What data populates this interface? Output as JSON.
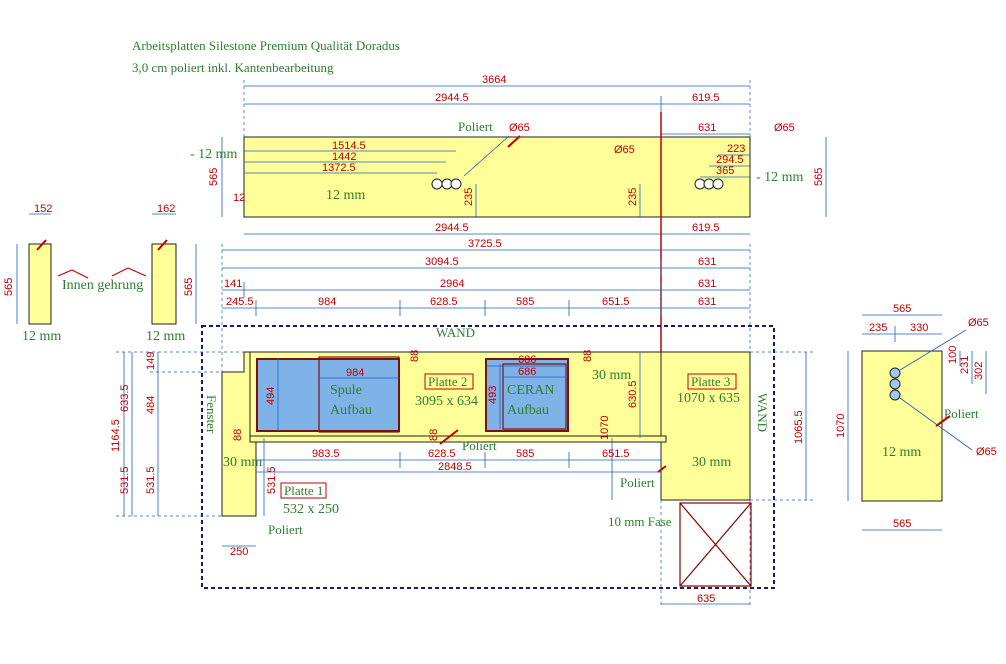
{
  "title": {
    "line1": "Arbeitsplatten Silestone Premium Qualität Doradus",
    "line2": "3,0 cm poliert inkl. Kantenbearbeitung"
  },
  "back": {
    "total": "3664",
    "left": "2944.5",
    "right": "619.5",
    "d1514": "1514.5",
    "d1442": "1442",
    "d1372": "1372.5",
    "d631": "631",
    "d223": "223",
    "d294": "294.5",
    "d365": "365",
    "height": "565",
    "height_r": "565",
    "h235a": "235",
    "h235b": "235",
    "bottom_l": "2944.5",
    "bottom_r": "619.5",
    "poliert": "Poliert",
    "phi1": "Ø65",
    "phi2": "Ø65",
    "phi3": "Ø65",
    "thick": "12 mm",
    "minus_l": "- 12 mm",
    "minus_r": "- 12 mm",
    "small": "12"
  },
  "side": {
    "w1": "152",
    "w2": "162",
    "h1": "565",
    "h2": "565",
    "mm1": "12 mm",
    "mm2": "12 mm",
    "gehrung": "Innen gehrung"
  },
  "overall": {
    "d3725": "3725.5",
    "d3094": "3094.5",
    "d631a": "631",
    "d141": "141",
    "d2964": "2964",
    "d631b": "631",
    "d245": "245.5",
    "d984": "984",
    "d628": "628.5",
    "d585": "585",
    "d651": "651.5",
    "d631c": "631"
  },
  "main": {
    "wand_top": "WAND",
    "wand_right": "WAND",
    "fenster": "Fenster",
    "platte1": "Platte 1",
    "platte1_dim": "532 x 250",
    "platte2": "Platte 2",
    "platte2_dim": "3095 x 634",
    "platte3": "Platte 3",
    "platte3_dim": "1070 x 635",
    "spule": "Spule",
    "spule_sub": "Aufbau",
    "ceran": "CERAN",
    "ceran_sub": "Aufbau",
    "sink_w": "984",
    "sink_h": "494",
    "ceran_w": "686",
    "ceran_top": "686",
    "ceran_h": "493",
    "mm30a": "30 mm",
    "mm30b": "30 mm",
    "mm30c": "30 mm",
    "poliert1": "Poliert",
    "poliert2": "Poliert",
    "poliert3": "Poliert",
    "fase": "10 mm Fase",
    "h1164": "1164.5",
    "h633": "633.5",
    "h531a": "531.5",
    "h149": "149",
    "h484": "484",
    "h531b": "531.5",
    "h531c": "531.5",
    "h630": "630.5",
    "h1065": "1065.5",
    "h1070v": "1070",
    "s983": "983.5",
    "s628": "628.5",
    "s585": "585",
    "s651": "651.5",
    "s2848": "2848.5",
    "s250": "250",
    "s635": "635",
    "n88a": "88",
    "n88b": "88",
    "n88c": "88",
    "n88d": "88"
  },
  "right": {
    "w565t": "565",
    "w235": "235",
    "w330": "330",
    "h100": "100",
    "h231": "231",
    "h302": "302",
    "h1070": "1070",
    "mm": "12 mm",
    "w565b": "565",
    "phi_top": "Ø65",
    "phi_bot": "Ø65",
    "poliert": "Poliert"
  }
}
